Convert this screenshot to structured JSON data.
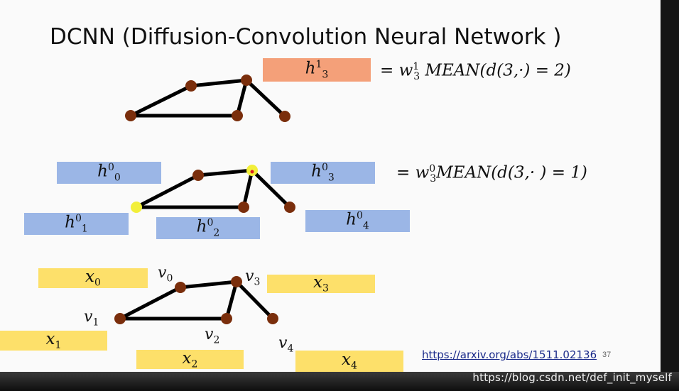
{
  "title": "DCNN (Diffusion-Convolution Neural Network )",
  "layer2": {
    "box": {
      "sym": "h",
      "sup": "1",
      "sub": "3",
      "color": "#f4a079"
    },
    "equation": {
      "lhs": "= ",
      "w": "w",
      "w_sup": "1",
      "w_sub": "3",
      "rest": " MEAN(d(3,·) = 2)"
    }
  },
  "layer1": {
    "boxes": [
      {
        "sym": "h",
        "sup": "0",
        "sub": "0"
      },
      {
        "sym": "h",
        "sup": "0",
        "sub": "1"
      },
      {
        "sym": "h",
        "sup": "0",
        "sub": "2"
      },
      {
        "sym": "h",
        "sup": "0",
        "sub": "3"
      },
      {
        "sym": "h",
        "sup": "0",
        "sub": "4"
      }
    ],
    "equation": {
      "lhs": "= ",
      "w": "w",
      "w_sup": "0",
      "w_sub": "3",
      "rest": "MEAN(d(3,· ) = 1)"
    },
    "highlight_color": "#f2ef3a",
    "center_dot_color": "#e02020"
  },
  "input": {
    "boxes": [
      {
        "sym": "x",
        "sub": "0"
      },
      {
        "sym": "x",
        "sub": "1"
      },
      {
        "sym": "x",
        "sub": "2"
      },
      {
        "sym": "x",
        "sub": "3"
      },
      {
        "sym": "x",
        "sub": "4"
      }
    ],
    "vertex_labels": [
      {
        "sym": "v",
        "sub": "0"
      },
      {
        "sym": "v",
        "sub": "1"
      },
      {
        "sym": "v",
        "sub": "2"
      },
      {
        "sym": "v",
        "sub": "3"
      },
      {
        "sym": "v",
        "sub": "4"
      }
    ]
  },
  "node_color": "#7a2e0c",
  "edge_color": "#000000",
  "link": "https://arxiv.org/abs/1511.02136",
  "page_number": "37",
  "watermark": "https://blog.csdn.net/def_init_myself"
}
